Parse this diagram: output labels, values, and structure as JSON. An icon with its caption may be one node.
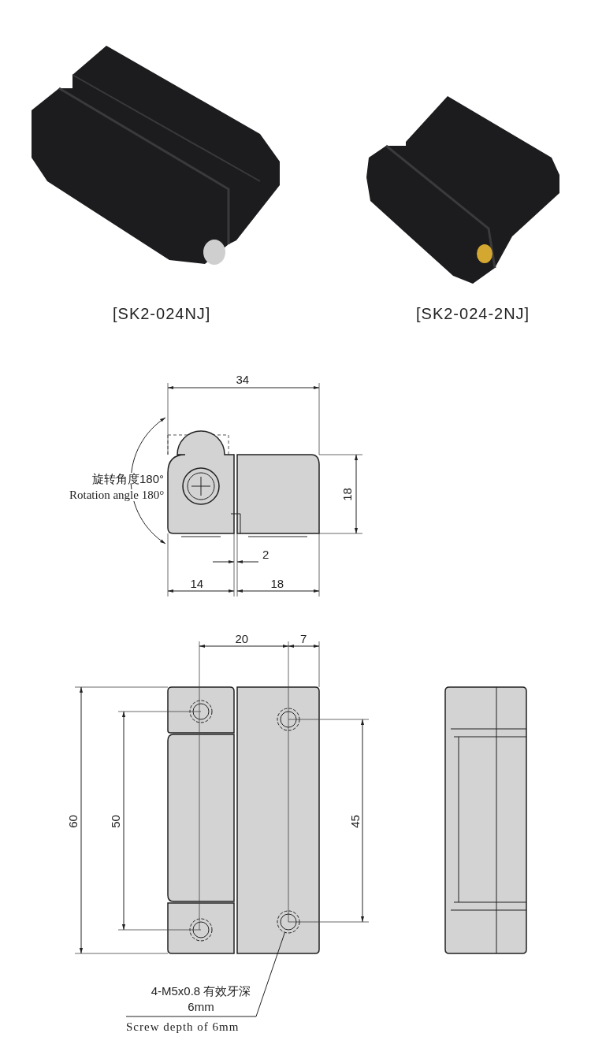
{
  "diagram": {
    "nodes": [
      {
        "text": [
          "4-M5x0.8 有效牙深 6mm",
          "Screw depth of 6mm"
        ]
      },
      {
        "text": [],
        "shape": "circle"
      }
    ],
    "edges": [
      {
        "from": 0,
        "to": 1,
        "arrow": "none"
      }
    ],
    "labels": [
      "[SK2-024NJ]",
      "[SK2-024-2NJ]",
      "34",
      "旋转角度180°",
      "Rotation angle 180°",
      "18",
      "2",
      "14",
      "18",
      "20",
      "7",
      "60",
      "50",
      "45"
    ]
  }
}
